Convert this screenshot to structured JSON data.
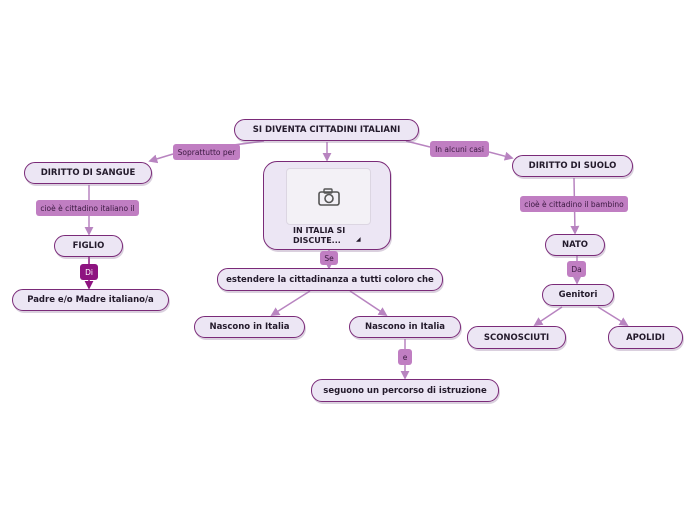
{
  "nodes": {
    "root": "SI DIVENTA CITTADINI ITALIANI",
    "diritto_sangue": "DIRITTO DI SANGUE",
    "figlio": "FIGLIO",
    "padre_madre": "Padre e/o Madre italiano/a",
    "image_title": "IN ITALIA SI DISCUTE...",
    "estendere": "estendere la cittadinanza a tutti coloro che",
    "nascono_1": "Nascono in Italia",
    "nascono_2": "Nascono in Italia",
    "seguono": "seguono un percorso di istruzione",
    "diritto_suolo": "DIRITTO DI SUOLO",
    "nato": "NATO",
    "genitori": "Genitori",
    "sconosciuti": "SCONOSCIUTI",
    "apolidi": "APOLIDI"
  },
  "labels": {
    "soprattutto_per": "Soprattutto per",
    "in_alcuni_casi": "In alcuni casi",
    "cioe_italiano": "cioè è cittadino italiano il",
    "di": "Di",
    "se": "Se",
    "e": "e",
    "cioe_bambino": "cioè è cittadino il bambino",
    "da": "Da"
  },
  "icons": {
    "image_placeholder": "camera-icon",
    "corner": "resize-corner-icon"
  },
  "colors": {
    "node_fill": "#ece6f4",
    "node_border": "#7a2a78",
    "label_fill": "#c07ec2",
    "label_dark_fill": "#8e1380",
    "connector": "#b884c0",
    "connector_dark": "#8e1380"
  }
}
